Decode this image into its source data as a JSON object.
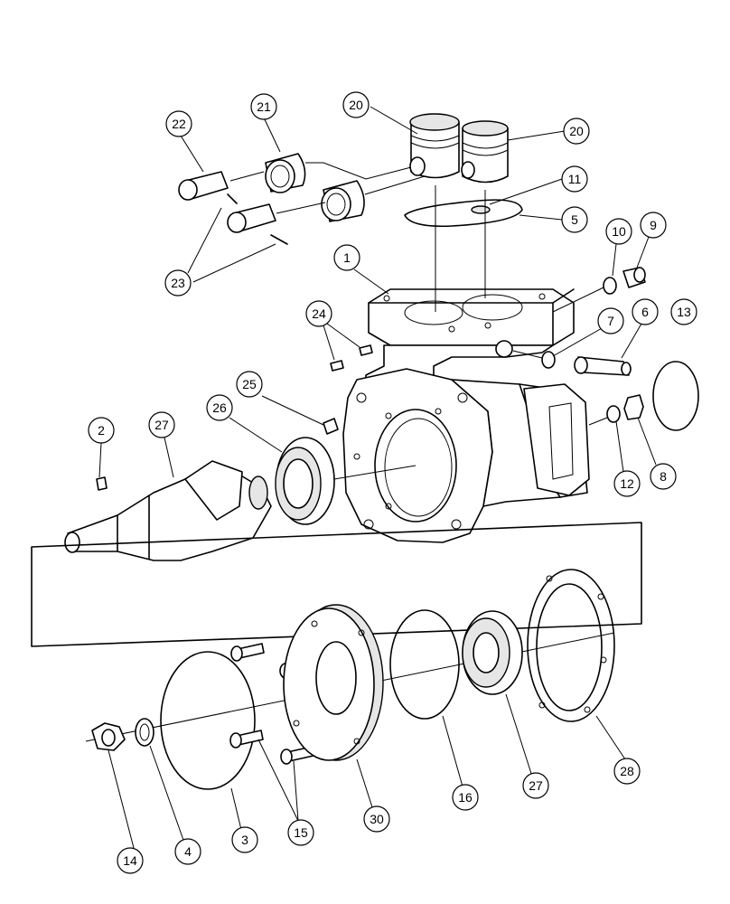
{
  "callouts": [
    {
      "id": "c22",
      "text": "22"
    },
    {
      "id": "c21",
      "text": "21"
    },
    {
      "id": "c20a",
      "text": "20"
    },
    {
      "id": "c20b",
      "text": "20"
    },
    {
      "id": "c11",
      "text": "11"
    },
    {
      "id": "c5",
      "text": "5"
    },
    {
      "id": "c10",
      "text": "10"
    },
    {
      "id": "c9",
      "text": "9"
    },
    {
      "id": "c23",
      "text": "23"
    },
    {
      "id": "c1",
      "text": "1"
    },
    {
      "id": "c24",
      "text": "24"
    },
    {
      "id": "c7",
      "text": "7"
    },
    {
      "id": "c6",
      "text": "6"
    },
    {
      "id": "c13",
      "text": "13"
    },
    {
      "id": "c25",
      "text": "25"
    },
    {
      "id": "c26",
      "text": "26"
    },
    {
      "id": "c2",
      "text": "2"
    },
    {
      "id": "c27a",
      "text": "27"
    },
    {
      "id": "c12",
      "text": "12"
    },
    {
      "id": "c8",
      "text": "8"
    },
    {
      "id": "c14",
      "text": "14"
    },
    {
      "id": "c4",
      "text": "4"
    },
    {
      "id": "c3",
      "text": "3"
    },
    {
      "id": "c15",
      "text": "15"
    },
    {
      "id": "c30",
      "text": "30"
    },
    {
      "id": "c16",
      "text": "16"
    },
    {
      "id": "c27b",
      "text": "27"
    },
    {
      "id": "c28",
      "text": "28"
    }
  ]
}
